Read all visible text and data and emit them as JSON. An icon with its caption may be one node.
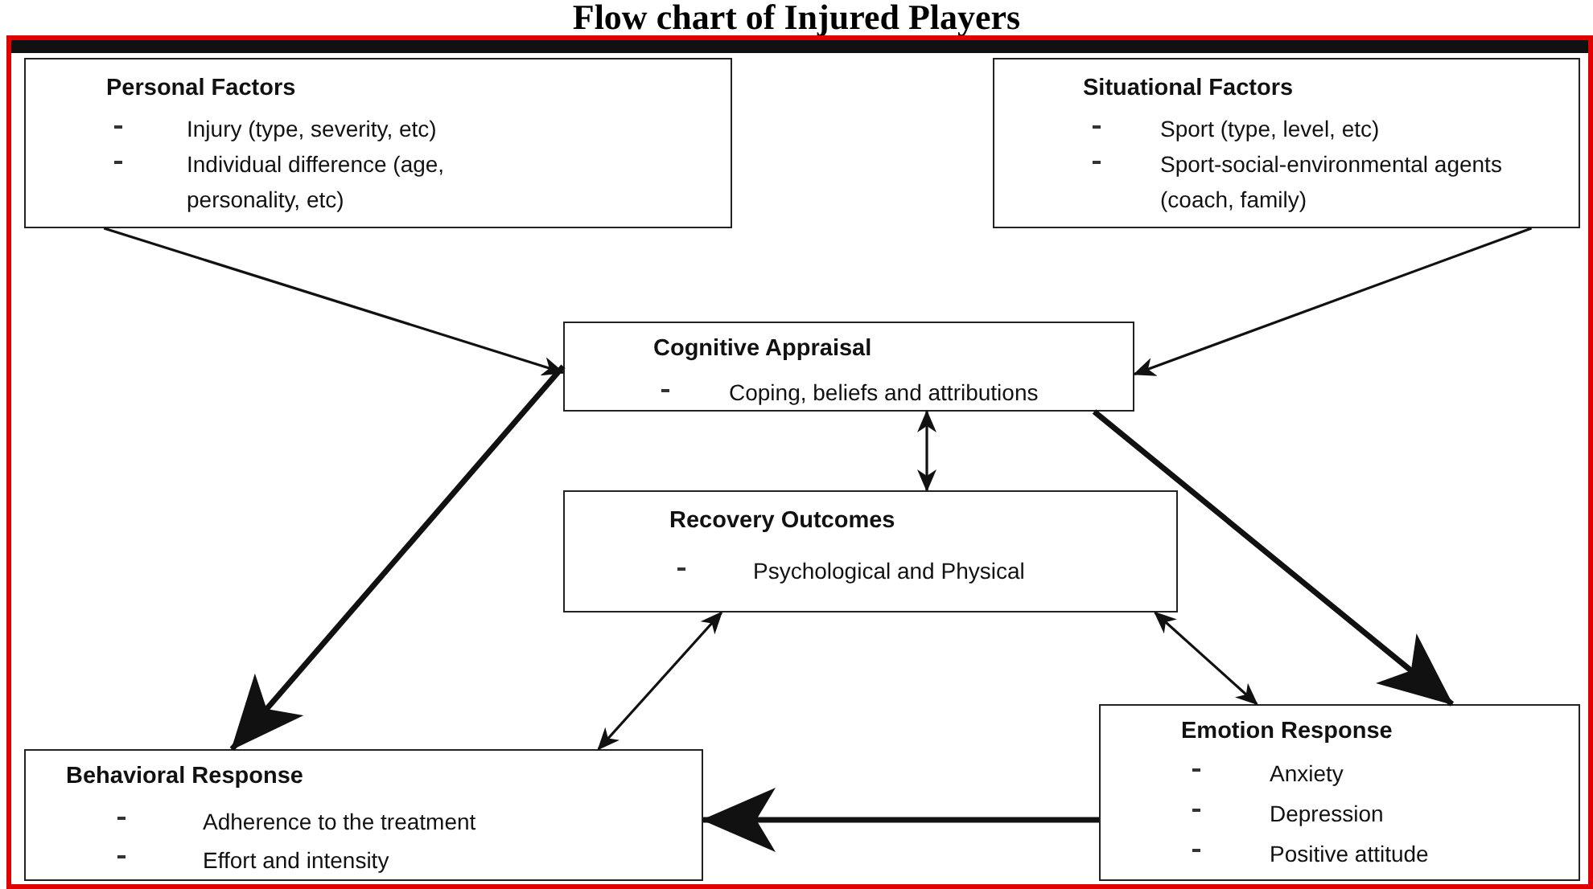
{
  "diagram": {
    "title": "Flow chart of Injured Players",
    "nodes": [
      {
        "text": [
          "Personal Factors",
          "Injury (type, severity, etc)",
          "Individual difference (age, personality, etc)"
        ]
      },
      {
        "text": [
          "Situational Factors",
          "Sport (type, level, etc)",
          "Sport-social-environmental agents (coach, family)"
        ]
      },
      {
        "text": [
          "Cognitive Appraisal",
          "Coping, beliefs and attributions"
        ]
      },
      {
        "text": [
          "Recovery Outcomes",
          "Psychological and Physical"
        ]
      },
      {
        "text": [
          "Behavioral Response",
          "Adherence to the treatment",
          "Effort and intensity"
        ]
      },
      {
        "text": [
          "Emotion Response",
          "Anxiety",
          "Depression",
          "Positive attitude"
        ]
      }
    ],
    "edges": [
      {
        "from": 0,
        "to": 2,
        "arrow": "to"
      },
      {
        "from": 1,
        "to": 2,
        "arrow": "to"
      },
      {
        "from": 2,
        "to": 3,
        "arrow": "both"
      },
      {
        "from": 2,
        "to": 4,
        "arrow": "to",
        "style": "thick"
      },
      {
        "from": 2,
        "to": 5,
        "arrow": "to",
        "style": "thick"
      },
      {
        "from": 3,
        "to": 4,
        "arrow": "both"
      },
      {
        "from": 3,
        "to": 5,
        "arrow": "both"
      },
      {
        "from": 5,
        "to": 4,
        "arrow": "to",
        "style": "thick"
      }
    ]
  }
}
